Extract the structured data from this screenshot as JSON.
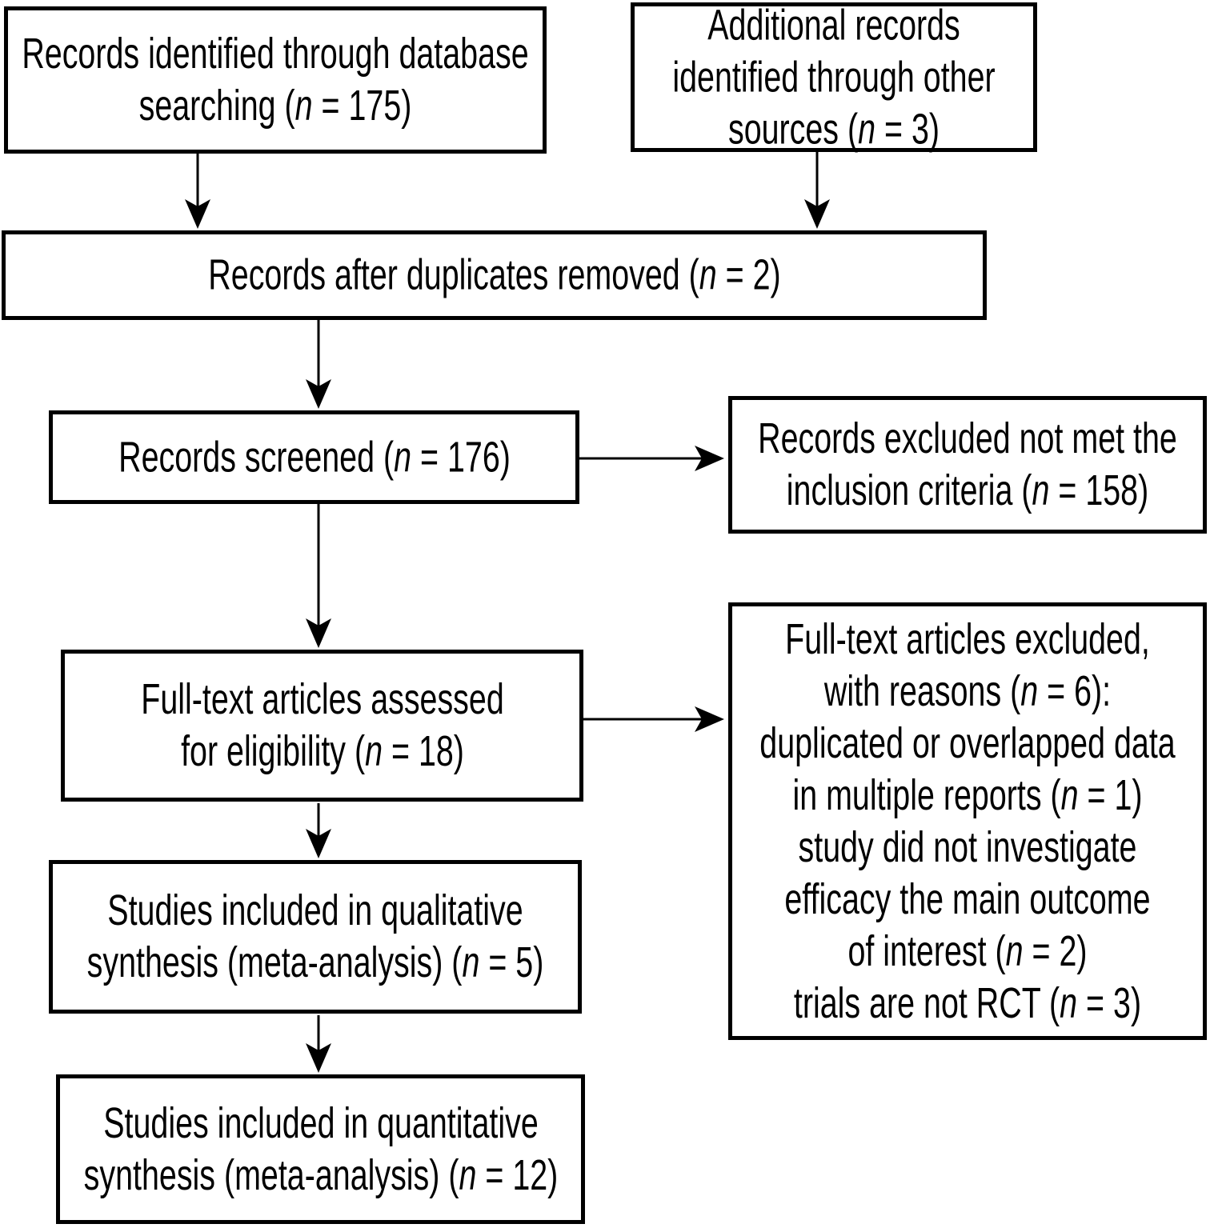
{
  "figure": {
    "type": "prisma-flow-diagram",
    "colors": {
      "background": "#ffffff",
      "ink": "#000000"
    },
    "boxes": {
      "identified_db": {
        "lines": [
          "Records identified through database",
          "searching (n = 175)"
        ]
      },
      "identified_other": {
        "lines": [
          "Additional records",
          "identified through other",
          "sources (n = 3)"
        ]
      },
      "deduplicated": {
        "lines": [
          "Records after duplicates removed (n = 2)"
        ]
      },
      "screened": {
        "lines": [
          "Records screened (n = 176)"
        ]
      },
      "excluded_screening": {
        "lines": [
          "Records excluded not met the",
          "inclusion criteria (n = 158)"
        ]
      },
      "fulltext_assessed": {
        "lines": [
          "Full-text articles assessed",
          "for eligibility (n = 18)"
        ]
      },
      "fulltext_excluded": {
        "lines": [
          "Full-text articles excluded,",
          "with reasons (n = 6):",
          "duplicated or overlapped data",
          "in multiple reports (n = 1)",
          "study did not investigate",
          "efficacy the main outcome",
          "of interest (n = 2)",
          "trials are not RCT (n = 3)"
        ]
      },
      "qualitative_included": {
        "lines": [
          "Studies included in qualitative",
          "synthesis (meta-analysis) (n = 5)"
        ]
      },
      "quantitative_included": {
        "lines": [
          "Studies included in quantitative",
          "synthesis (meta-analysis) (n = 12)"
        ]
      }
    }
  }
}
